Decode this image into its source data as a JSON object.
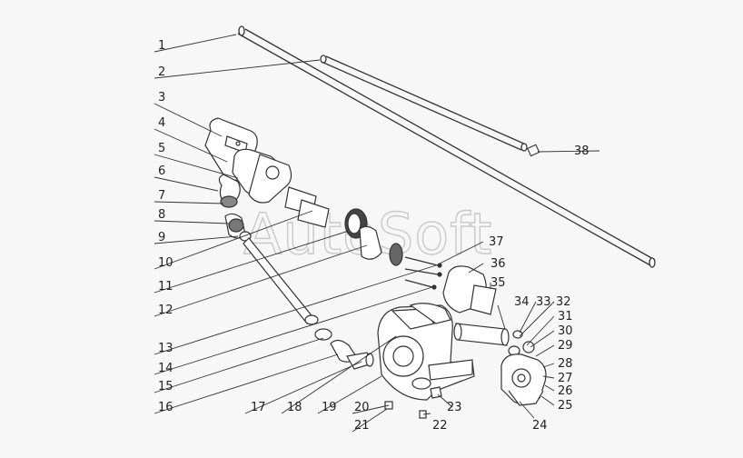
{
  "watermark": "AutoSoft",
  "labels": [
    "1",
    "2",
    "3",
    "4",
    "5",
    "6",
    "7",
    "8",
    "9",
    "10",
    "11",
    "12",
    "13",
    "14",
    "15",
    "16",
    "17",
    "18",
    "19",
    "20",
    "21",
    "22",
    "23",
    "24",
    "25",
    "26",
    "27",
    "28",
    "29",
    "30",
    "31",
    "32",
    "33",
    "34",
    "35",
    "36",
    "37",
    "38"
  ]
}
